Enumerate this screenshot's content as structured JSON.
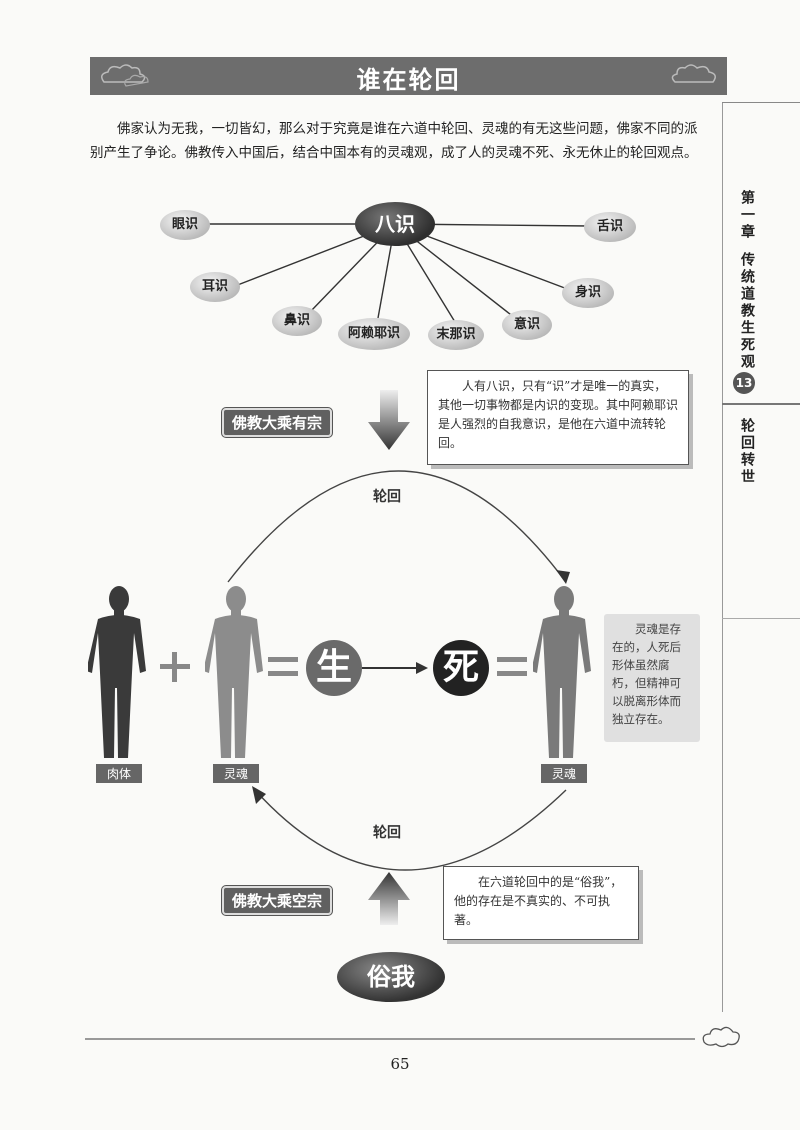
{
  "title": "谁在轮回",
  "intro": "佛家认为无我，一切皆幻，那么对于究竟是谁在六道中轮回、灵魂的有无这些问题，佛家不同的派别产生了争论。佛教传入中国后，结合中国本有的灵魂观，成了人的灵魂不死、永无休止的轮回观点。",
  "sidebar": {
    "chapter": "第一章",
    "chapter_title": "传统道教生死观",
    "chapter_number": "13",
    "section": "轮回转世"
  },
  "eight_consciousness": {
    "center": "八识",
    "nodes": [
      "眼识",
      "耳识",
      "鼻识",
      "阿赖耶识",
      "末那识",
      "意识",
      "身识",
      "舌识"
    ]
  },
  "youzong": {
    "tag": "佛教大乘有宗",
    "note": "人有八识，只有“识”才是唯一的真实，其他一切事物都是内识的变现。其中阿赖耶识是人强烈的自我意识，是他在六道中流转轮回。"
  },
  "cycle": {
    "top_label": "轮回",
    "bottom_label": "轮回",
    "plus": "+",
    "equals_1": "=",
    "sheng": "生",
    "si": "死",
    "equals_2": "=",
    "body_label": "肉体",
    "soul_label_1": "灵魂",
    "soul_label_2": "灵魂",
    "soul_note": "灵魂是存在的，人死后形体虽然腐朽，但精神可以脱离形体而独立存在。"
  },
  "kongzong": {
    "tag": "佛教大乘空宗",
    "note": "在六道轮回中的是“俗我”，他的存在是不真实的、不可执著。",
    "bottom": "俗我"
  },
  "page_number": "65",
  "colors": {
    "banner": "#6d6d6d",
    "dark_figure": "#3a3a3a",
    "light_figure": "#8c8c8c"
  }
}
